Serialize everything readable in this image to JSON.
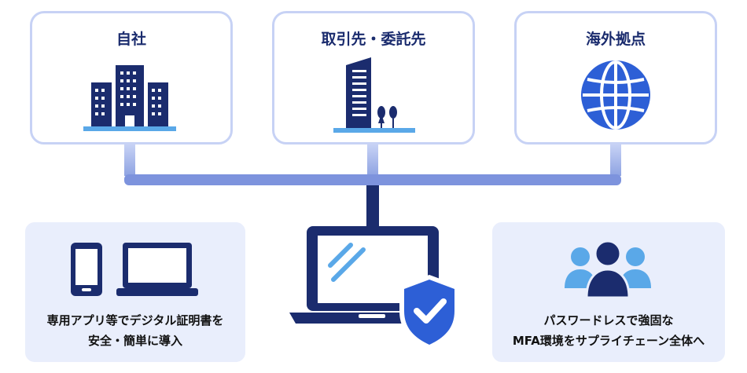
{
  "colors": {
    "navy": "#1b2c6e",
    "blue": "#2d5fd6",
    "light_blue": "#5aa8e8",
    "card_border": "#c7d2f5",
    "panel_bg": "#e9eefc"
  },
  "cards": [
    {
      "title": "自社",
      "icon": "office-buildings-icon"
    },
    {
      "title": "取引先・委託先",
      "icon": "tower-building-icon"
    },
    {
      "title": "海外拠点",
      "icon": "globe-icon"
    }
  ],
  "left_panel": {
    "icons": [
      "smartphone-icon",
      "laptop-icon"
    ],
    "caption_line1": "専用アプリ等でデジタル証明書を",
    "caption_line2": "安全・簡単に導入"
  },
  "center": {
    "icons": [
      "laptop-icon",
      "shield-check-icon"
    ]
  },
  "right_panel": {
    "icons": [
      "user-group-icon"
    ],
    "caption_line1": "パスワードレスで強固な",
    "caption_line2": "MFA環境をサプライチェーン全体へ"
  }
}
